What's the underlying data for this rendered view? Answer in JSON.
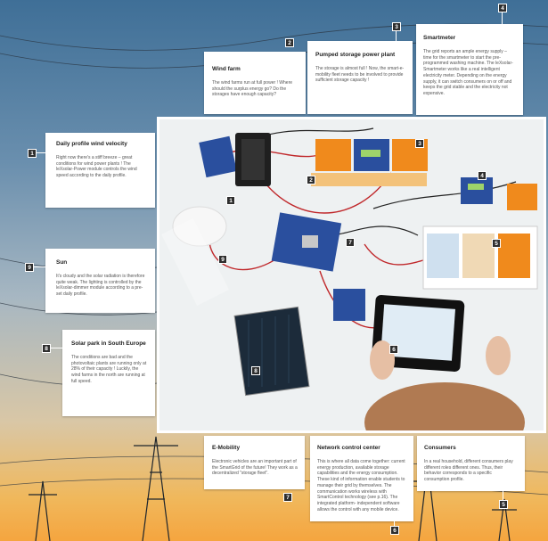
{
  "cards": {
    "daily_profile": {
      "number": "1",
      "title": "Daily profile wind velocity",
      "body": "Right now there's a stiff breeze – great conditions for wind power plants ! The leXsolar-Power module controls the wind speed according to the daily profile."
    },
    "wind_farm": {
      "number": "2",
      "title": "Wind farm",
      "body": "The wind farms run at full power ! Where should the surplus energy go? Do the storages have enough capacity?"
    },
    "pumped_storage": {
      "number": "3",
      "title": "Pumped storage power plant",
      "body": "The storage is almost full ! Now, the smart-e-mobility fleet needs to be involved to provide sufficient storage capacity !"
    },
    "smartmeter": {
      "number": "4",
      "title": "Smartmeter",
      "body": "The grid reports an ample energy supply – time for the smartmeter to start the pre-programmed washing machine. The leXsolar-Smartmeter works like a real intelligent electricity meter. Depending on the energy supply, it can switch consumers on or off and keeps the grid stable and the electricity not expensive."
    },
    "sun": {
      "number": "9",
      "title": "Sun",
      "body": "It's cloudy and the solar radiation is therefore quite weak. The lighting is controlled by the leXsolar-dimmer module according to a pre-set daily profile."
    },
    "solar_park": {
      "number": "8",
      "title": "Solar park in South Europe",
      "body": "The conditions are bad and the photovoltaic plants are running only at 28% of their capacity ! Luckily, the wind farms in the north are running at full speed."
    },
    "emobility": {
      "number": "7",
      "title": "E-Mobility",
      "body": "Electronic vehicles are an important part of the SmartGrid of the future! They work as a decentralized \"storage fleet\"."
    },
    "network_control": {
      "number": "6",
      "title": "Network control center",
      "body": "This is where all data come together: current energy production, available storage capabilities and the energy consumption. These kind of information enable students to manage their grid by themselves. The communication works wireless with SmartControl technology (see p.16). The integrated platform- independent software allows the control with any mobile device."
    },
    "consumers": {
      "number": "5",
      "title": "Consumers",
      "body": "In a real household, different consumers play different roles different ones. Thus, their behavior corresponds to a specific consumption profile."
    }
  },
  "photo_markers": [
    "1",
    "2",
    "3",
    "4",
    "5",
    "6",
    "7",
    "8",
    "9"
  ],
  "colors": {
    "badge": "#2e2e2e",
    "module_blue": "#2a4f9e",
    "module_orange": "#f08a1c",
    "cable_red": "#c0282b"
  }
}
